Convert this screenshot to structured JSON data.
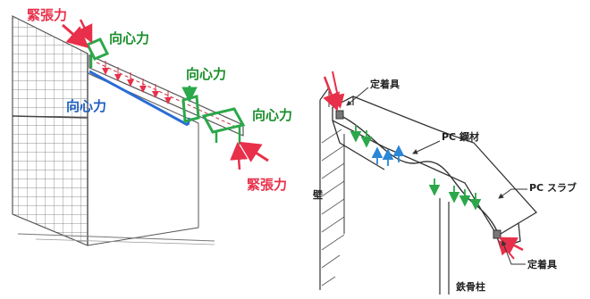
{
  "left_panel": {
    "tension_top": "緊張力",
    "tension_bottom": "緊張力",
    "centripetal_1": "向心力",
    "centripetal_2": "向心力",
    "centripetal_3": "向心力",
    "centripetal_blue": "向心力"
  },
  "right_panel": {
    "anchor_top": "定着具",
    "anchor_bottom": "定着具",
    "pc_strand": "PC 鋼材",
    "pc_slab": "PC スラブ",
    "wall": "壁",
    "steel_column": "鉄骨柱"
  },
  "colors": {
    "tension": "#e8304a",
    "centripetal": "#1a8f2c",
    "blue_label": "#1f5fc4",
    "beam_blue": "#2a6cd6",
    "sketch": "#333333"
  }
}
